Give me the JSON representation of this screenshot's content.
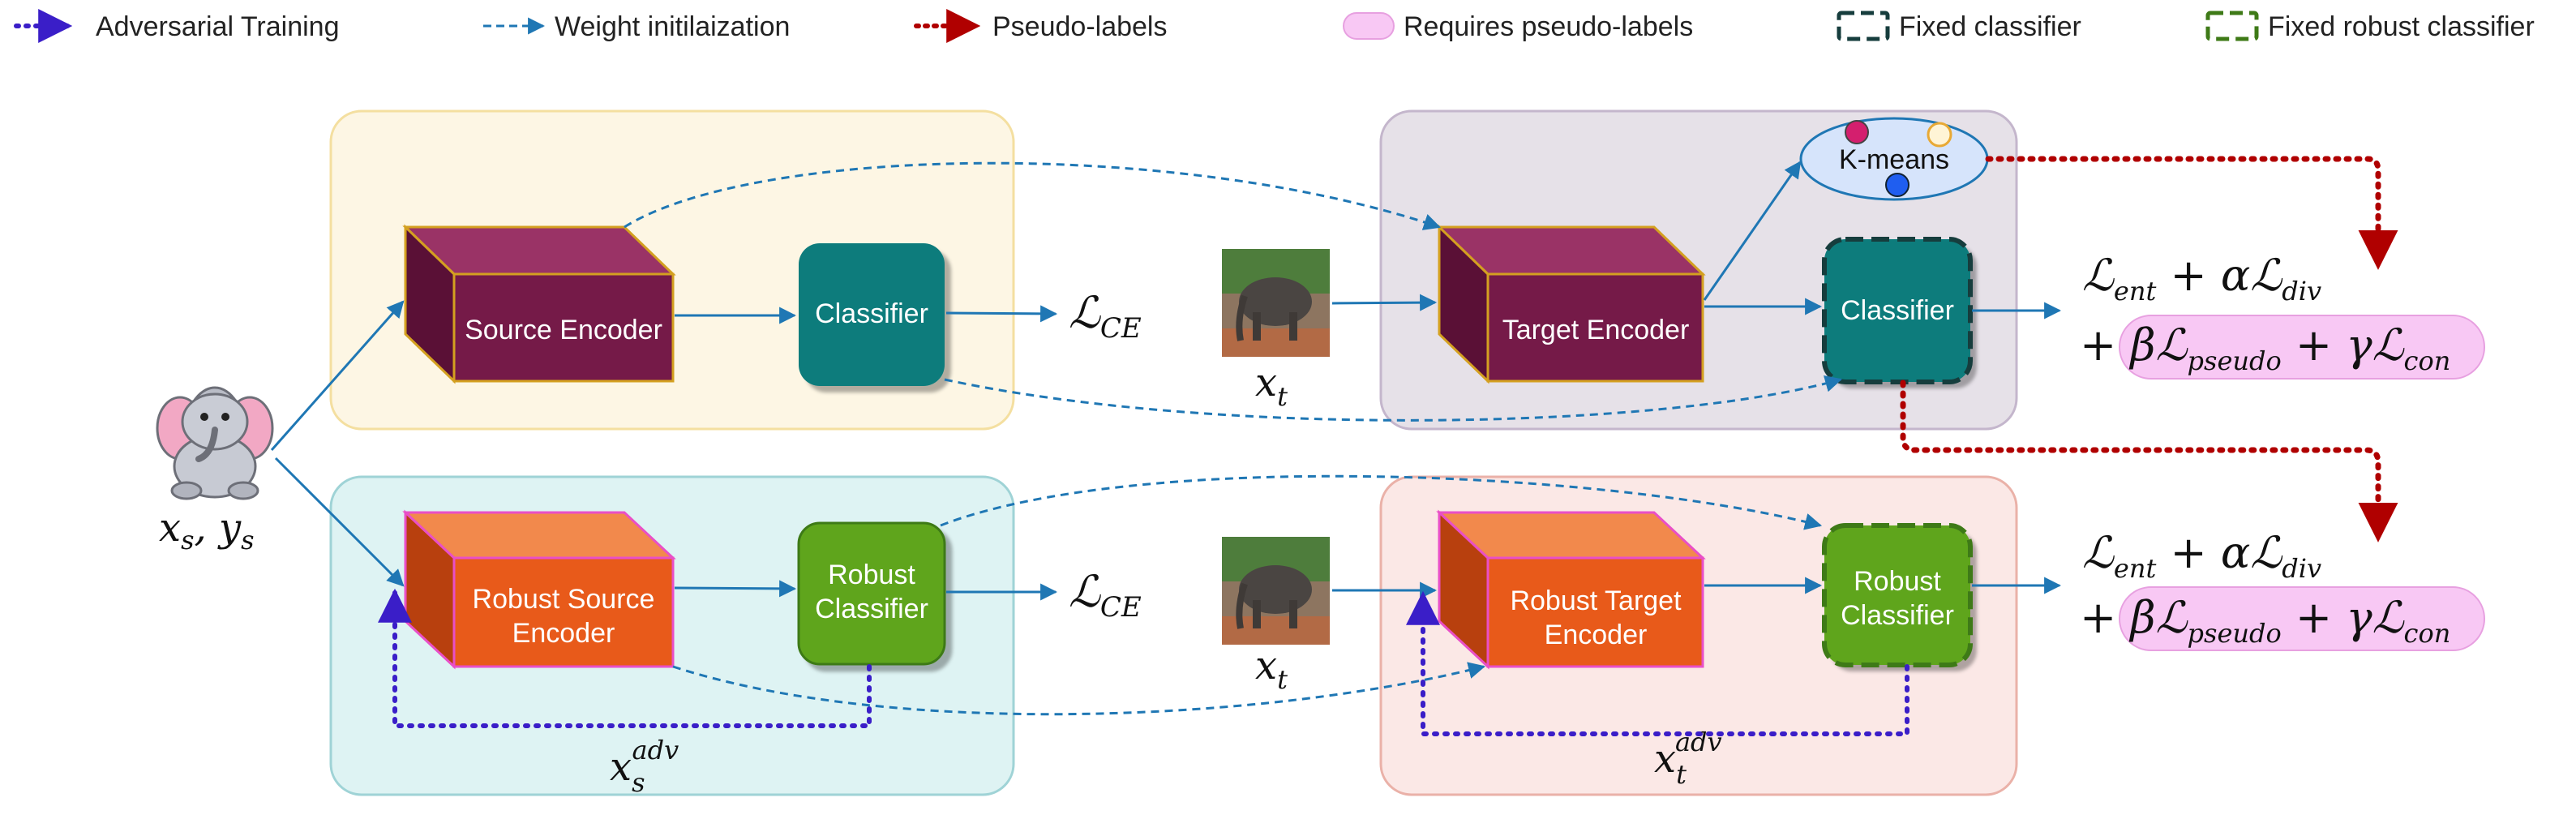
{
  "legend": {
    "adversarial": "Adversarial Training",
    "weight_init": "Weight initilaization",
    "pseudo_labels": "Pseudo-labels",
    "requires_pseudo": "Requires pseudo-labels",
    "fixed_classifier": "Fixed classifier",
    "fixed_robust": "Fixed robust classifier"
  },
  "input": {
    "label_x": "x",
    "label_s": "s",
    "label_y": "y"
  },
  "source": {
    "encoder": "Source Encoder",
    "classifier": "Classifier",
    "loss": "CE"
  },
  "robust_source": {
    "encoder_line1": "Robust Source",
    "encoder_line2": "Encoder",
    "classifier_line1": "Robust",
    "classifier_line2": "Classifier",
    "loss": "CE",
    "adv_base": "x",
    "adv_sub": "s",
    "adv_sup": "adv"
  },
  "target": {
    "image_label": "x",
    "image_sub": "t",
    "encoder": "Target Encoder",
    "classifier": "Classifier",
    "kmeans": "K-means"
  },
  "robust_target": {
    "image_label": "x",
    "image_sub": "t",
    "encoder_line1": "Robust Target",
    "encoder_line2": "Encoder",
    "classifier_line1": "Robust",
    "classifier_line2": "Classifier",
    "adv_base": "x",
    "adv_sub": "t",
    "adv_sup": "adv"
  },
  "objective": {
    "ent_sub": "ent",
    "alpha": "α",
    "div_sub": "div",
    "beta": "β",
    "pseudo_sub": "pseudo",
    "gamma": "γ",
    "con_sub": "con"
  },
  "colors": {
    "adversarial": "#3a1ec8",
    "weight_init": "#1f77b4",
    "pseudo": "#b00000",
    "source_panel": "#fdf6e4",
    "robust_source_panel": "#def3f3",
    "target_panel": "#e6e1e8",
    "robust_target_panel": "#fbe8e6",
    "encoder": "#751a48",
    "robust_encoder": "#e85a1a",
    "classifier": "#0f7b7b",
    "robust_classifier": "#5ea51e",
    "pseudo_pill": "#f8c8f4"
  }
}
